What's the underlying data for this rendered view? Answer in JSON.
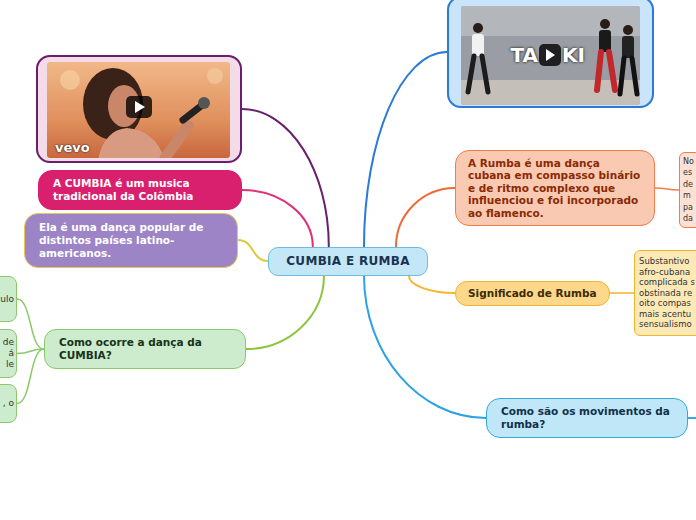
{
  "diagram": {
    "nodes": [
      {
        "text": [
          "CUMBIA E RUMBA"
        ]
      },
      {
        "text": [
          "vevo"
        ]
      },
      {
        "text": [
          "A CUMBIA é um musica tradicional da Colômbia"
        ]
      },
      {
        "text": [
          "Ela é uma dança popular de distintos países latino-americanos."
        ]
      },
      {
        "text": [
          "Como ocorre a dança da CUMBIA?"
        ]
      },
      {
        "text": [
          "ulo"
        ]
      },
      {
        "text": [
          "de á le"
        ]
      },
      {
        "text": [
          ", o"
        ]
      },
      {
        "text": [
          "TA",
          "KI"
        ]
      },
      {
        "text": [
          "A Rumba é uma dança cubana em compasso binário e de ritmo complexo que influenciou e foi incorporado ao flamenco."
        ]
      },
      {
        "text": [
          "No es de m pa da"
        ]
      },
      {
        "text": [
          "Significado de Rumba"
        ]
      },
      {
        "text": [
          "Substantivo afro-cubana complicada s obstinada re oito compas mais acentu sensualismo"
        ]
      },
      {
        "text": [
          "Como são os movimentos da rumba?"
        ]
      }
    ],
    "edges": [
      {
        "from": 0,
        "to": 1,
        "arrow": "none"
      },
      {
        "from": 0,
        "to": 2,
        "arrow": "none"
      },
      {
        "from": 0,
        "to": 3,
        "arrow": "none"
      },
      {
        "from": 0,
        "to": 4,
        "arrow": "none"
      },
      {
        "from": 0,
        "to": 8,
        "arrow": "none"
      },
      {
        "from": 0,
        "to": 9,
        "arrow": "none"
      },
      {
        "from": 0,
        "to": 11,
        "arrow": "none"
      },
      {
        "from": 0,
        "to": 13,
        "arrow": "none"
      },
      {
        "from": 4,
        "to": 5,
        "arrow": "none"
      },
      {
        "from": 4,
        "to": 6,
        "arrow": "none"
      },
      {
        "from": 4,
        "to": 7,
        "arrow": "none"
      },
      {
        "from": 9,
        "to": 10,
        "arrow": "none"
      },
      {
        "from": 11,
        "to": 12,
        "arrow": "none"
      }
    ]
  }
}
